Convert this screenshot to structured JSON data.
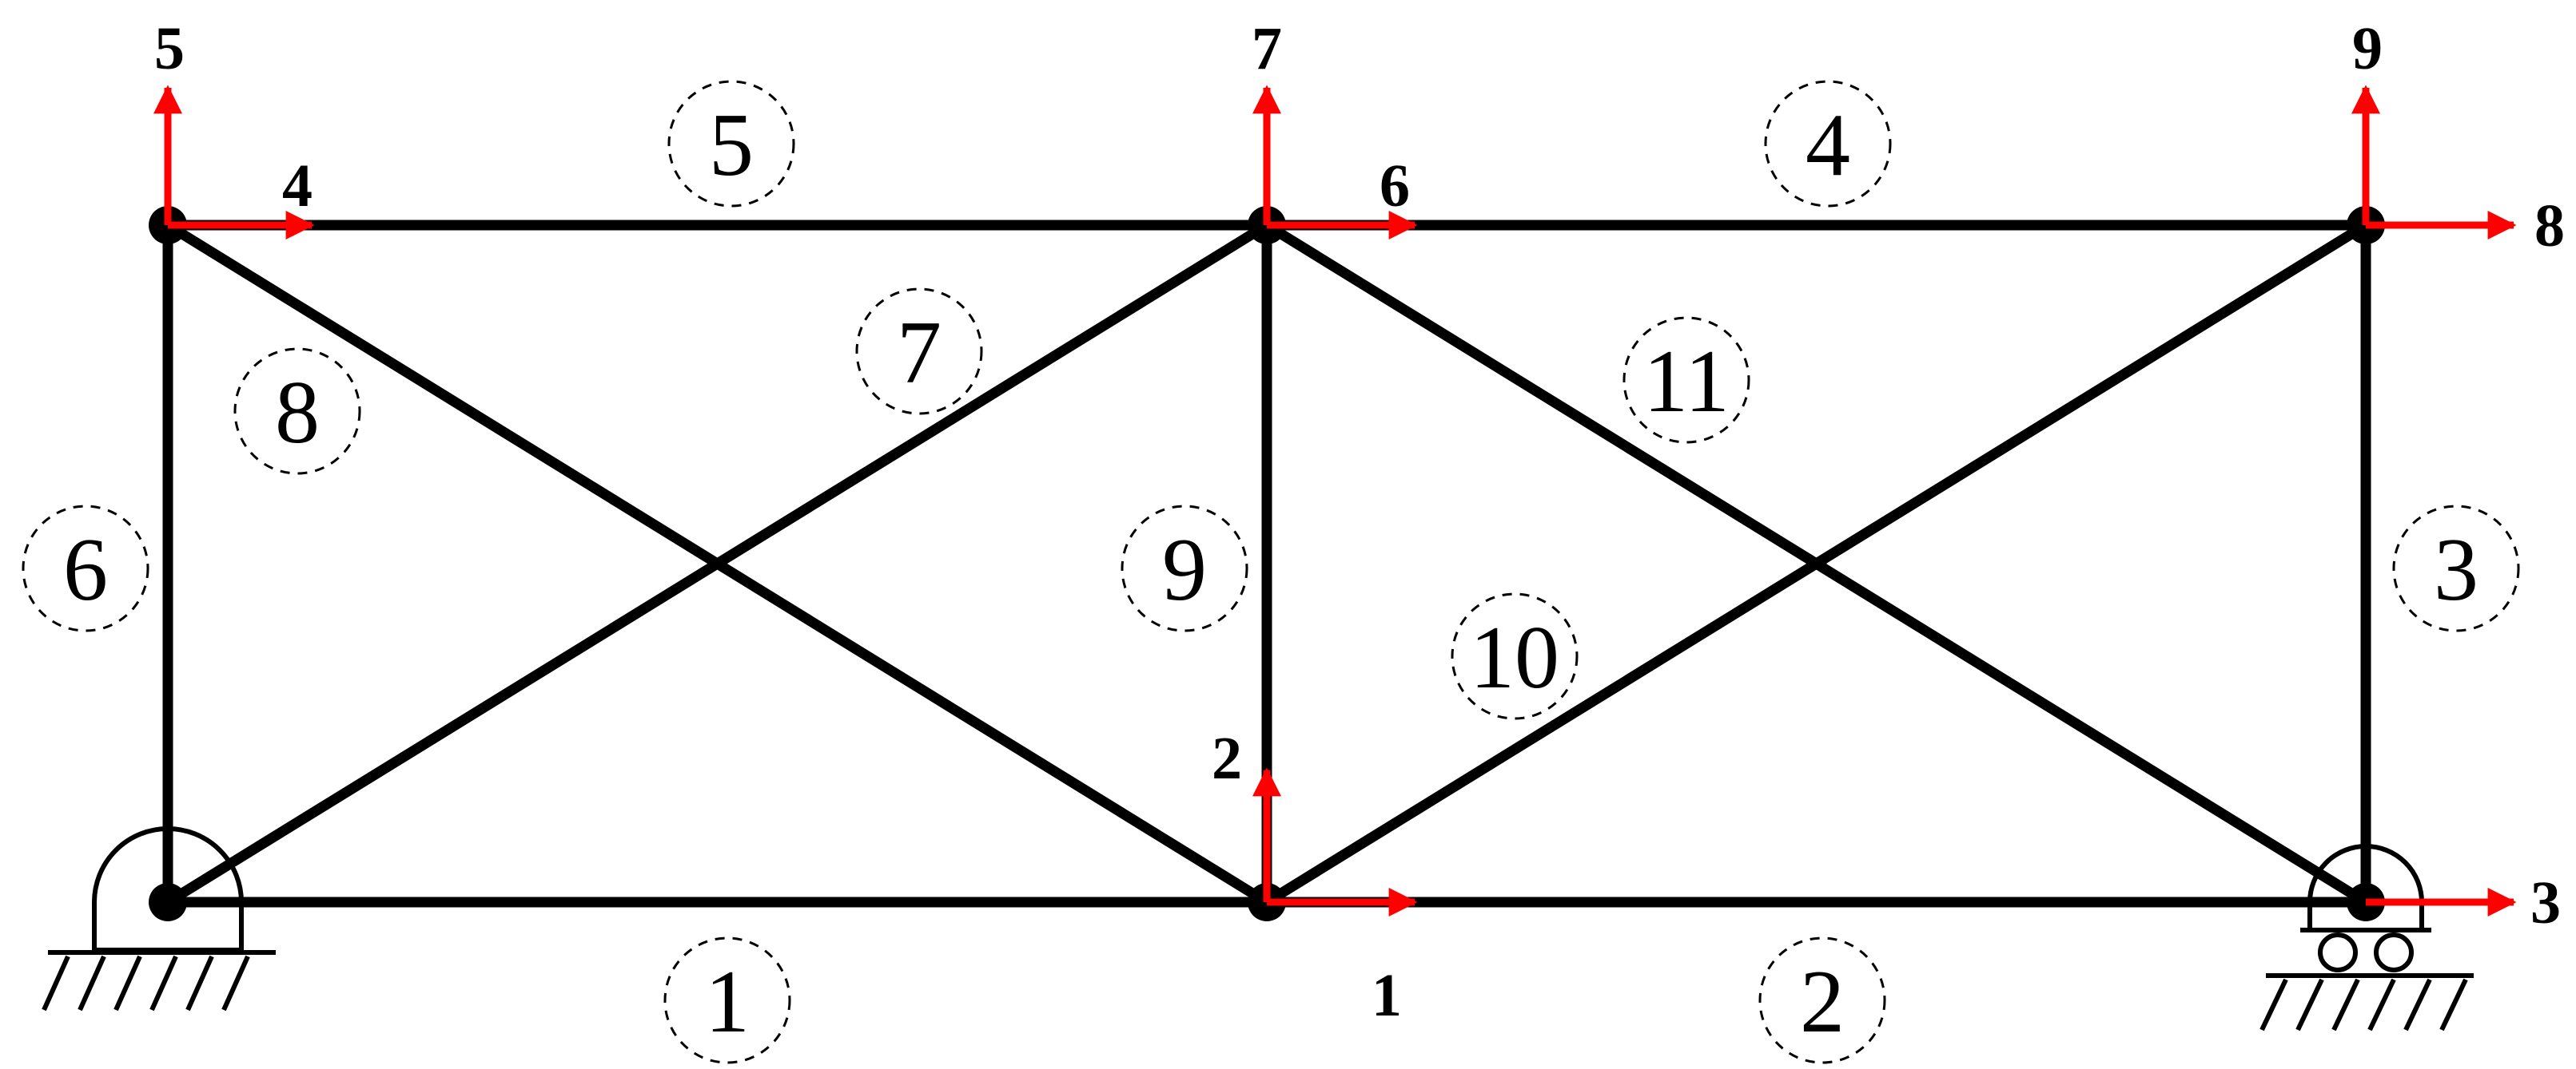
{
  "diagram": {
    "member_labels": [
      "1",
      "2",
      "3",
      "4",
      "5",
      "6",
      "7",
      "8",
      "9",
      "10",
      "11"
    ],
    "dof_labels": [
      "1",
      "2",
      "3",
      "4",
      "5",
      "6",
      "7",
      "8",
      "9"
    ],
    "colors": {
      "members": "#000000",
      "dof_arrows": "#ff0000",
      "element_circles": "#000000"
    },
    "supports": [
      {
        "type": "pinned-support-icon"
      },
      {
        "type": "roller-support-icon"
      }
    ]
  }
}
